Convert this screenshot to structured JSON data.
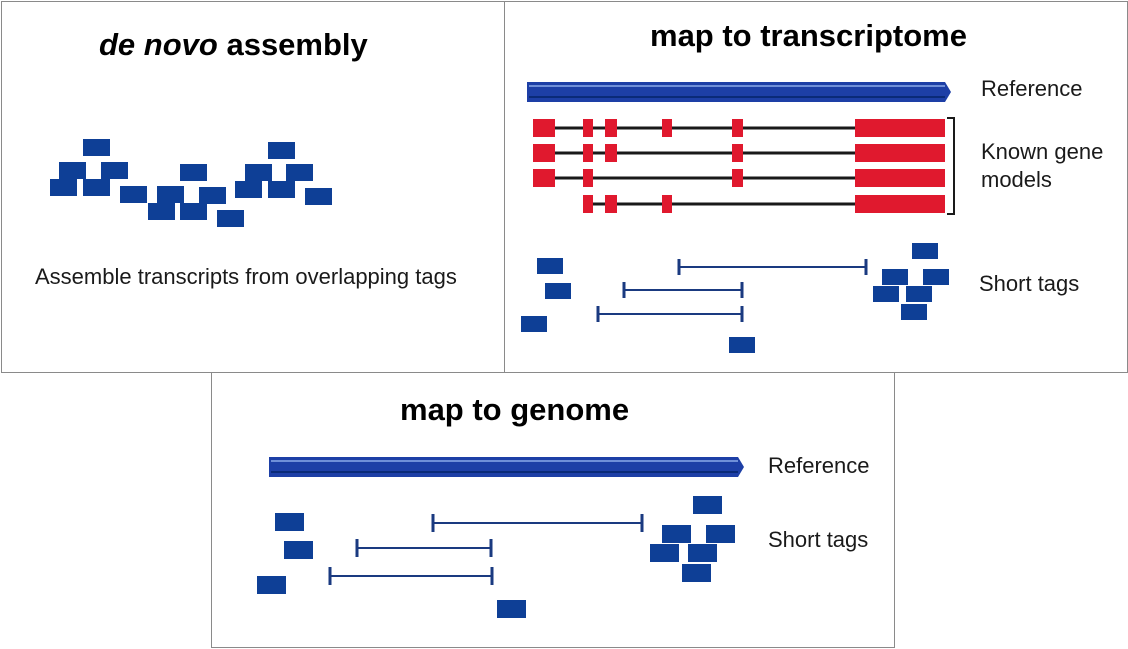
{
  "denovo": {
    "title_italic": "de novo",
    "title_rest": " assembly",
    "caption": "Assemble transcripts from overlapping tags"
  },
  "transcriptome": {
    "title": "map to transcriptome",
    "reference_label": "Reference",
    "gene_models_label_line1": "Known gene",
    "gene_models_label_line2": "models",
    "short_tags_label": "Short tags"
  },
  "genome": {
    "title": "map to genome",
    "reference_label": "Reference",
    "short_tags_label": "Short tags"
  },
  "colors": {
    "tag_blue": "#0e3f96",
    "reference_blue": "#1d3fa6",
    "exon_red": "#e0192e",
    "line_black": "#1a1a1a",
    "border": "#8a8a8a"
  }
}
